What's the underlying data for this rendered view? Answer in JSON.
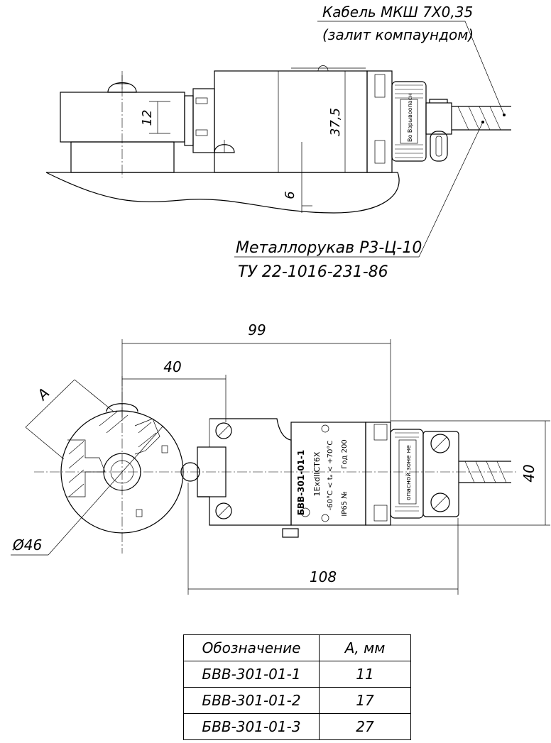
{
  "callouts": {
    "cable_line1": "Кабель МКШ 7Х0,35",
    "cable_line2": "(залит компаундом)",
    "hose_line1": "Металлорукав Р3-Ц-10",
    "hose_line2": "ТУ 22-1016-231-86"
  },
  "side_view_dims": {
    "d12": "12",
    "d37_5": "37,5",
    "d6": "6"
  },
  "top_view_dims": {
    "d99": "99",
    "d40_top": "40",
    "dA": "A",
    "d46": "Ø46",
    "d40_right": "40",
    "d108": "108"
  },
  "nameplate": {
    "model": "БВВ-301-01-1",
    "marking": "1ExdIICT6X",
    "temp": "-60°C < tₐ < +70°C",
    "ip": "IP65 №",
    "year": "Год 200"
  },
  "connector_text": "Во Взрывоопасн",
  "connector_text2": "опасной зоне не",
  "table": {
    "headers": [
      "Обозначение",
      "А, мм"
    ],
    "rows": [
      [
        "БВВ-301-01-1",
        "11"
      ],
      [
        "БВВ-301-01-2",
        "17"
      ],
      [
        "БВВ-301-01-3",
        "27"
      ]
    ]
  }
}
